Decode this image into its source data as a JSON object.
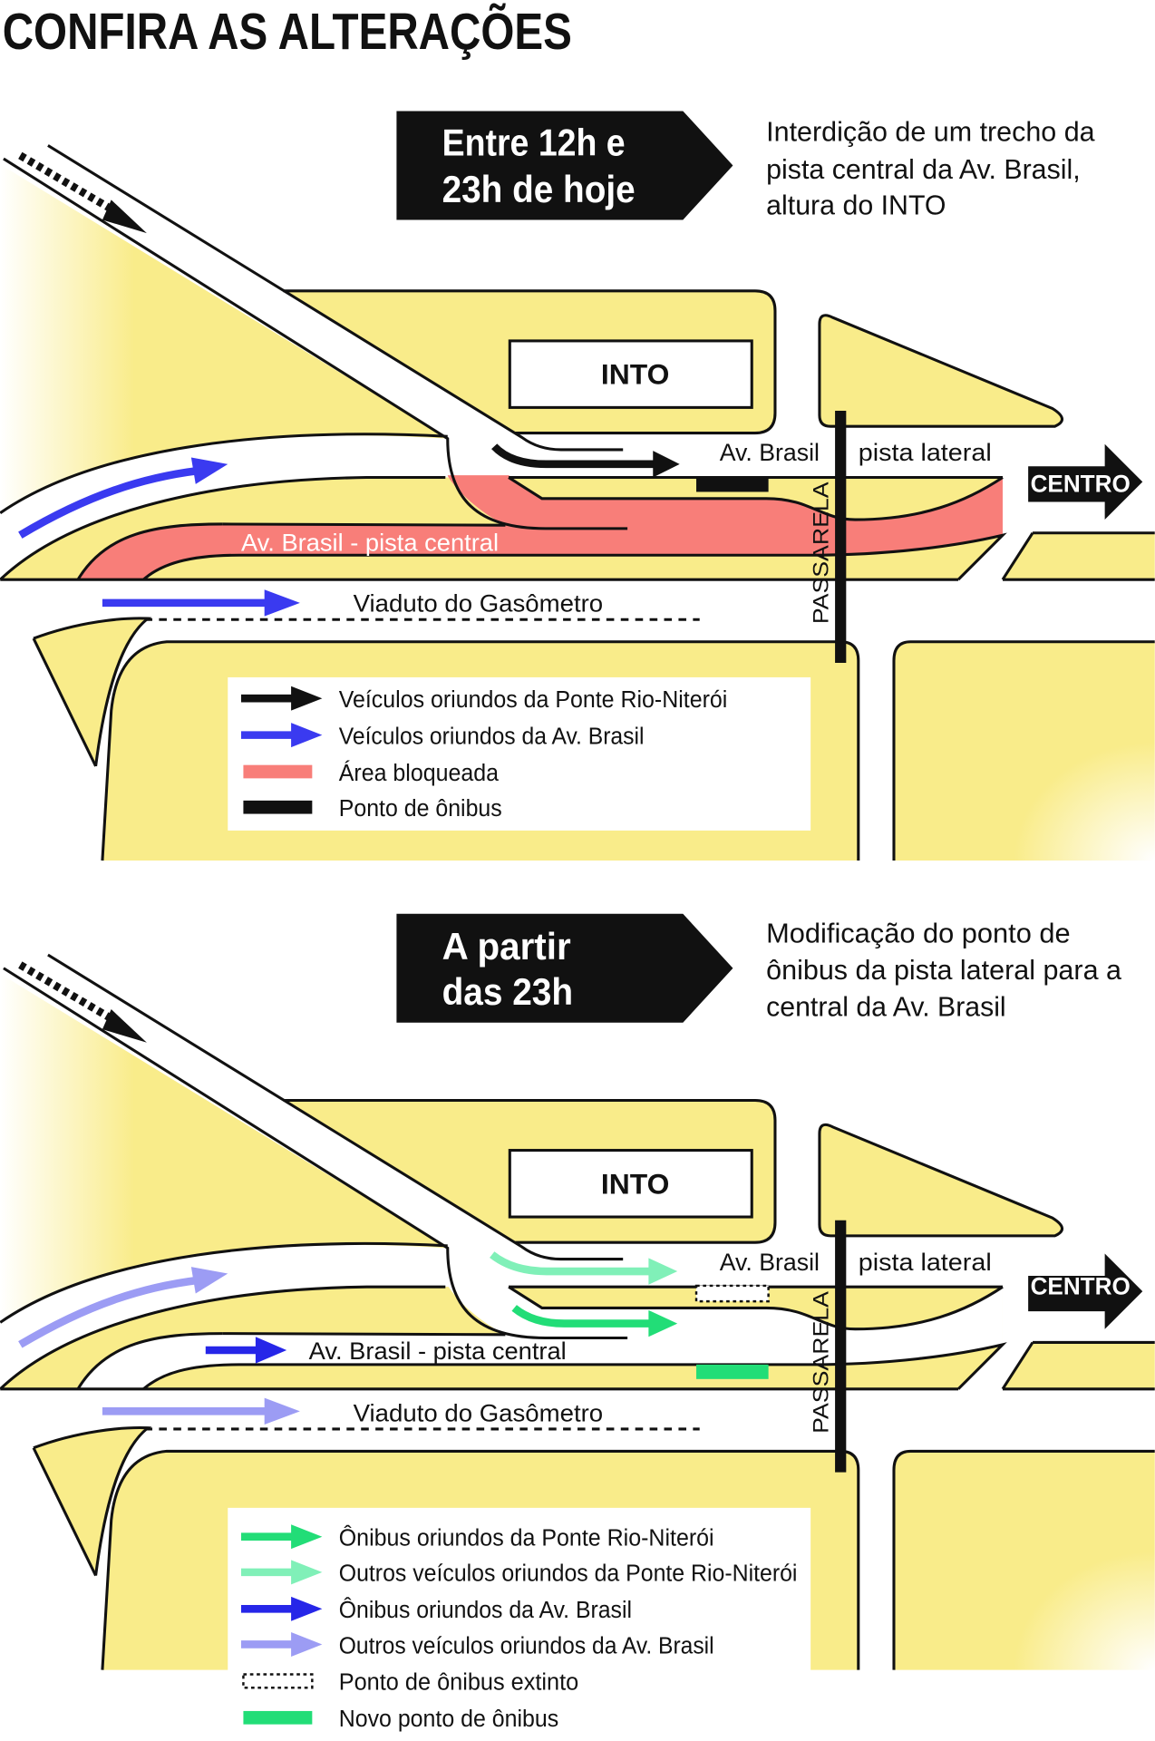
{
  "title": "CONFIRA AS ALTERAÇÕES",
  "colors": {
    "yellow": "#f9ec8a",
    "blocked": "#f87e79",
    "black_arrow": "#111111",
    "blue_arrow": "#3a3af0",
    "bus_green": "#22dd77",
    "light_green": "#80f0b8",
    "dark_blue": "#2626e8",
    "light_blue": "#9c9cf4"
  },
  "panel1": {
    "banner": [
      "Entre 12h e",
      "23h de hoje"
    ],
    "description": [
      "Interdição de um trecho da",
      "pista central da Av. Brasil,",
      "altura do INTO"
    ],
    "labels": {
      "into": "INTO",
      "av_brasil": "Av. Brasil",
      "pista_lateral": "pista lateral",
      "centro": "CENTRO",
      "pista_central": "Av. Brasil - pista central",
      "viaduto": "Viaduto do Gasômetro",
      "passarela": "PASSARELA"
    },
    "legend": [
      {
        "icon": "black-arrow",
        "label": "Veículos oriundos  da Ponte Rio-Niterói"
      },
      {
        "icon": "blue-arrow",
        "label": "Veículos oriundos  da Av. Brasil"
      },
      {
        "icon": "pink-bar",
        "label": "Área bloqueada"
      },
      {
        "icon": "black-bar",
        "label": "Ponto de ônibus"
      }
    ]
  },
  "panel2": {
    "banner": [
      "A partir",
      "das 23h"
    ],
    "description": [
      "Modificação do ponto de",
      "ônibus da pista lateral para a",
      "central da Av. Brasil"
    ],
    "labels": {
      "into": "INTO",
      "av_brasil": "Av. Brasil",
      "pista_lateral": "pista lateral",
      "centro": "CENTRO",
      "pista_central": "Av. Brasil - pista central",
      "viaduto": "Viaduto do Gasômetro",
      "passarela": "PASSARELA"
    },
    "legend": [
      {
        "icon": "green-arrow",
        "label": "Ônibus oriundos  da Ponte Rio-Niterói"
      },
      {
        "icon": "light-green-arrow",
        "label": "Outros veículos oriundos  da Ponte Rio-Niterói"
      },
      {
        "icon": "dark-blue-arrow",
        "label": "Ônibus oriundos  da Av. Brasil"
      },
      {
        "icon": "light-blue-arrow",
        "label": "Outros veículos oriundos  da Av. Brasil"
      },
      {
        "icon": "dotted-box",
        "label": "Ponto de ônibus extinto"
      },
      {
        "icon": "green-bar",
        "label": "Novo ponto de ônibus"
      }
    ]
  }
}
